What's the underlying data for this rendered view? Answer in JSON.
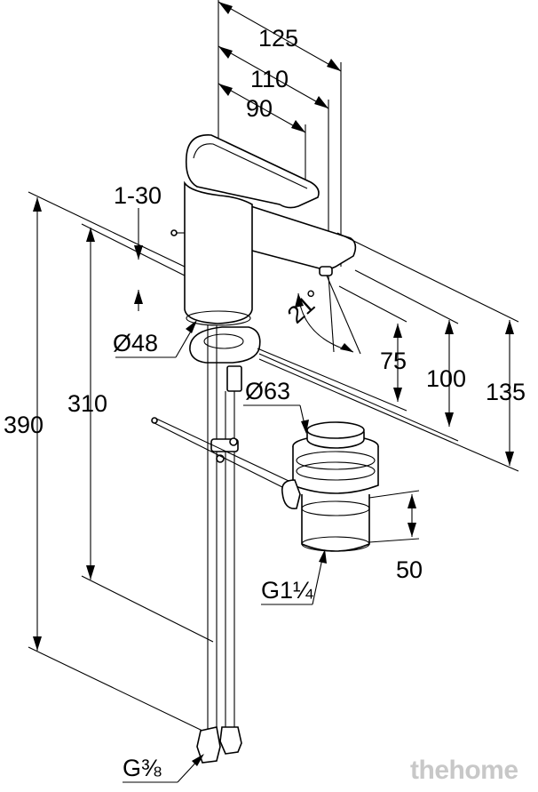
{
  "dimensions": {
    "width_125": "125",
    "width_110": "110",
    "width_90": "90",
    "thickness_range": "1-30",
    "angle": "21°",
    "diam_48": "Ø48",
    "height_75": "75",
    "height_100": "100",
    "height_135": "135",
    "height_390": "390",
    "height_310": "310",
    "diam_63": "Ø63",
    "height_50": "50",
    "thread_waste": "G1¼",
    "thread_supply": "G⅜"
  },
  "watermark": "thehome"
}
